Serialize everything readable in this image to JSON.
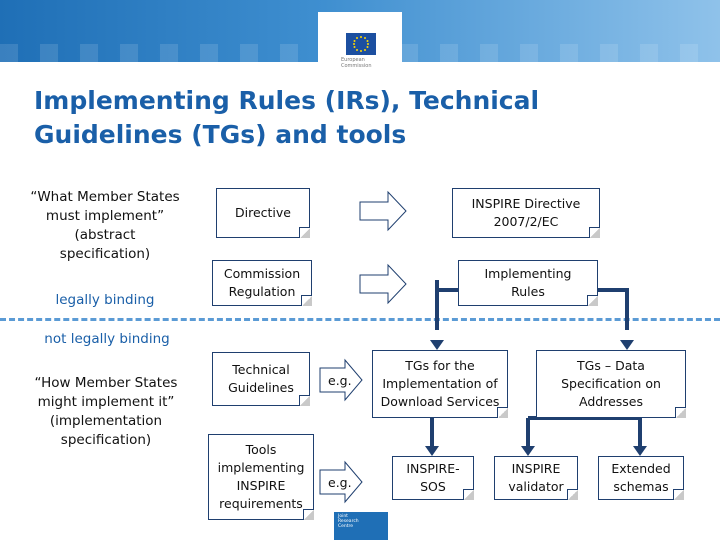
{
  "header": {
    "logo_lines": [
      "European",
      "Commission"
    ]
  },
  "title": {
    "line1": "Implementing Rules (IRs), Technical",
    "line2": "Guidelines (TGs) and tools"
  },
  "left": {
    "what_lines": [
      "“What Member States",
      "must implement”",
      "(abstract",
      "specification)"
    ],
    "legally_binding": "legally binding",
    "not_legally_binding": "not legally binding",
    "how_lines": [
      "“How Member States",
      "might implement it”",
      "(implementation",
      "specification)"
    ]
  },
  "middle": {
    "directive": "Directive",
    "commission_regulation": [
      "Commission",
      "Regulation"
    ],
    "technical_guidelines": [
      "Technical",
      "Guidelines"
    ],
    "tools": [
      "Tools",
      "implementing",
      "INSPIRE",
      "requirements"
    ],
    "eg1": "e.g.",
    "eg2": "e.g."
  },
  "right": {
    "inspire_directive": [
      "INSPIRE Directive",
      "2007/2/EC"
    ],
    "implementing_rules": [
      "Implementing",
      "Rules"
    ],
    "tg_download": [
      "TGs for the",
      "Implementation of",
      "Download Services"
    ],
    "tg_addresses": [
      "TGs – Data",
      "Specification on",
      "Addresses"
    ],
    "inspire_sos": [
      "INSPIRE-",
      "SOS"
    ],
    "inspire_validator": [
      "INSPIRE",
      "validator"
    ],
    "extended_schemas": [
      "Extended",
      "schemas"
    ]
  },
  "footer": {
    "jrc_lines": [
      "Joint",
      "Research",
      "Centre"
    ]
  },
  "colors": {
    "title": "#1a5fa8",
    "header": "#1f6fb6",
    "divider": "#5b9bd5",
    "box_border": "#1f3f6f",
    "connector": "#1f3f6f"
  }
}
